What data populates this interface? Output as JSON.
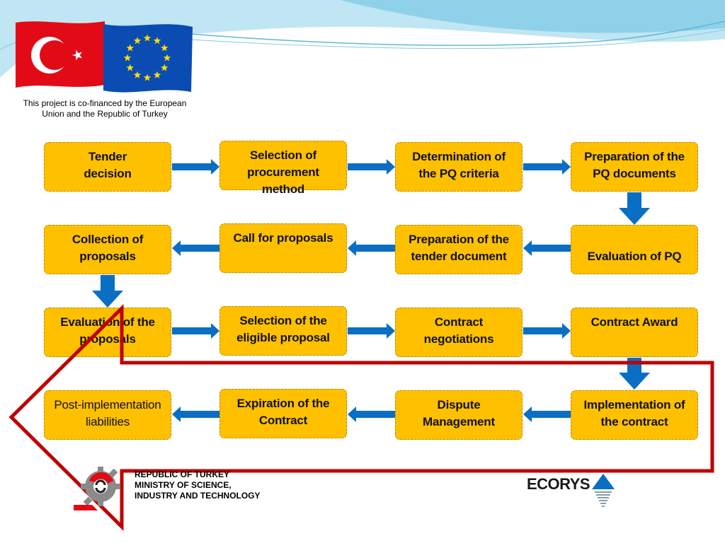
{
  "header": {
    "cofinance_text_line1": "This project is co-financed by the European",
    "cofinance_text_line2": "Union and the Republic of Turkey"
  },
  "flowchart": {
    "row1": [
      {
        "line1": "Tender",
        "line2": "decision",
        "line3": ""
      },
      {
        "line1": "Selection of",
        "line2": "procurement",
        "line3": "method"
      },
      {
        "line1": "Determination of",
        "line2": "the PQ criteria",
        "line3": ""
      },
      {
        "line1": "Preparation of the",
        "line2": "PQ documents",
        "line3": ""
      }
    ],
    "row2": [
      {
        "line1": "Collection of",
        "line2": "proposals",
        "line3": ""
      },
      {
        "line1": "Call for proposals",
        "line2": "",
        "line3": ""
      },
      {
        "line1": "Preparation of the",
        "line2": "tender document",
        "line3": ""
      },
      {
        "line1": "Evaluation of PQ",
        "line2": "",
        "line3": ""
      }
    ],
    "row3": [
      {
        "line1": "Evaluation of the",
        "line2": "proposals",
        "line3": ""
      },
      {
        "line1": "Selection of the",
        "line2": "eligible proposal",
        "line3": ""
      },
      {
        "line1": "Contract",
        "line2": "negotiations",
        "line3": ""
      },
      {
        "line1": "Contract Award",
        "line2": "",
        "line3": ""
      }
    ],
    "row4": [
      {
        "line1": "Post-implementation",
        "line2": "liabilities",
        "line3": ""
      },
      {
        "line1": "Expiration of the",
        "line2": "Contract",
        "line3": ""
      },
      {
        "line1": "Dispute",
        "line2": "Management",
        "line3": ""
      },
      {
        "line1": "Implementation of",
        "line2": "the contract",
        "line3": ""
      }
    ]
  },
  "footer": {
    "ministry_line1": "REPUBLIC OF TURKEY",
    "ministry_line2": "MINISTRY OF SCIENCE,",
    "ministry_line3": "INDUSTRY AND TECHNOLOGY",
    "ecorys_label": "ECORYS"
  },
  "colors": {
    "box_fill": "#FFC000",
    "arrow_blue": "#0A6EC4",
    "highlight_red": "#C00000",
    "turkey_red": "#E30A17",
    "eu_blue": "#0A4CB2",
    "eu_star": "#FFDD00"
  },
  "icons": [
    "turkey-flag-icon",
    "eu-flag-icon",
    "ministry-gear-logo-icon",
    "ecorys-logo-icon"
  ]
}
